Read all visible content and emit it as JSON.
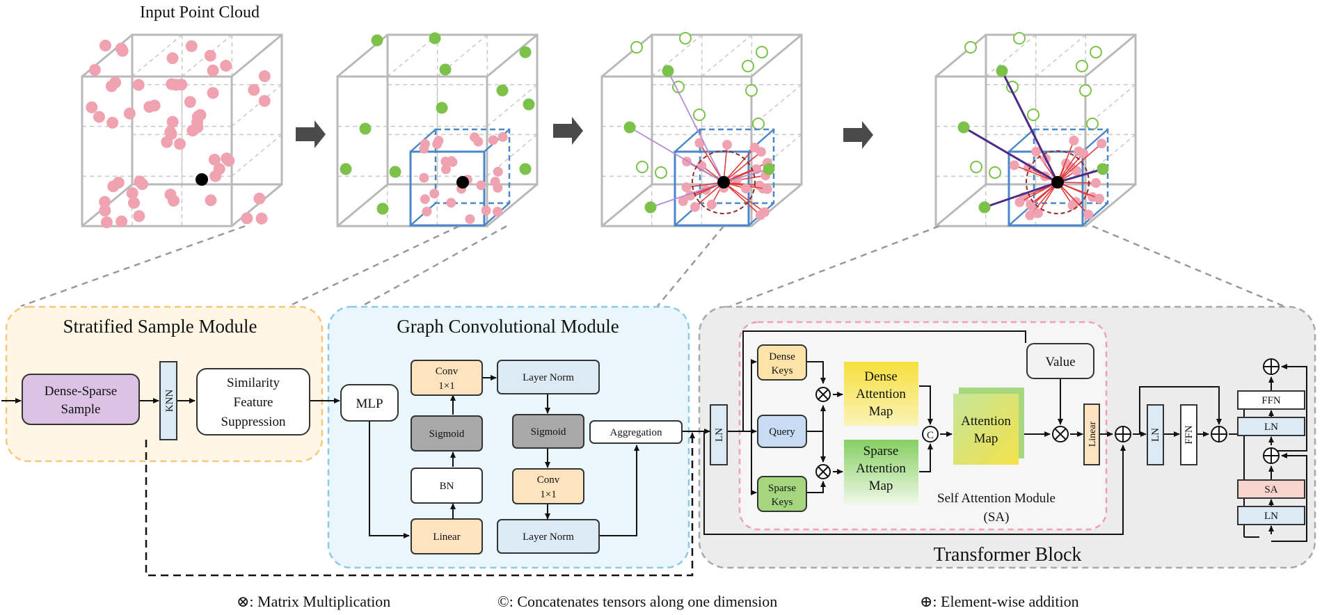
{
  "cube_title": "Input Point Cloud",
  "modules": {
    "stratified": {
      "title": "Stratified Sample Module",
      "dense_sparse_line1": "Dense-Sparse",
      "dense_sparse_line2": "Sample",
      "knn": "KNN",
      "sim_line1": "Similarity",
      "sim_line2": "Feature",
      "sim_line3": "Suppression"
    },
    "graph": {
      "title": "Graph Convolutional Module",
      "mlp": "MLP",
      "conv_a_line1": "Conv",
      "conv_a_line2": "1×1",
      "sigmoid_a": "Sigmoid",
      "bn": "BN",
      "linear": "Linear",
      "layer_norm_top": "Layer Norm",
      "sigmoid_b": "Sigmoid",
      "conv_b_line1": "Conv",
      "conv_b_line2": "1×1",
      "layer_norm_bottom": "Layer Norm",
      "aggregation": "Aggregation"
    },
    "transformer": {
      "title": "Transformer Block",
      "ln_input": "LN",
      "dense_keys_line1": "Dense",
      "dense_keys_line2": "Keys",
      "query": "Query",
      "sparse_keys_line1": "Sparse",
      "sparse_keys_line2": "Keys",
      "dense_map_line1": "Dense",
      "dense_map_line2": "Attention",
      "dense_map_line3": "Map",
      "sparse_map_line1": "Sparse",
      "sparse_map_line2": "Attention",
      "sparse_map_line3": "Map",
      "attention_map_line1": "Attention",
      "attention_map_line2": "Map",
      "value": "Value",
      "linear": "Linear",
      "sa_label_line1": "Self Attention Module",
      "sa_label_line2": "(SA)",
      "ln_mid": "LN",
      "ffn_mid": "FFN",
      "stack_ffn": "FFN",
      "stack_ln_top": "LN",
      "stack_sa": "SA",
      "stack_ln_bottom": "LN"
    }
  },
  "symbols": {
    "matmul": "⊗",
    "concat": "C",
    "add": "⊕"
  },
  "legend": {
    "matmul": "⊗: Matrix Multiplication",
    "concat": "©: Concatenates tensors along one dimension",
    "add": "⊕:  Element-wise addition"
  },
  "colors": {
    "pink_point": "#f0a2b0",
    "green_point": "#7cc24a",
    "stratified_bg": "#fff6e6",
    "stratified_border": "#f5c77a",
    "graph_bg": "#e9f6fb",
    "graph_border": "#8cc9e6",
    "transformer_bg": "#ececec",
    "transformer_border": "#a8a8a8",
    "sa_border": "#f0a0b0",
    "purple_box": "#dcc3e6",
    "blue_box": "#dbeaf5",
    "orange_box": "#fde3bf",
    "gray_box": "#a9a9a9",
    "yellow_map": "#f5e13a",
    "green_map": "#8bd06a"
  }
}
